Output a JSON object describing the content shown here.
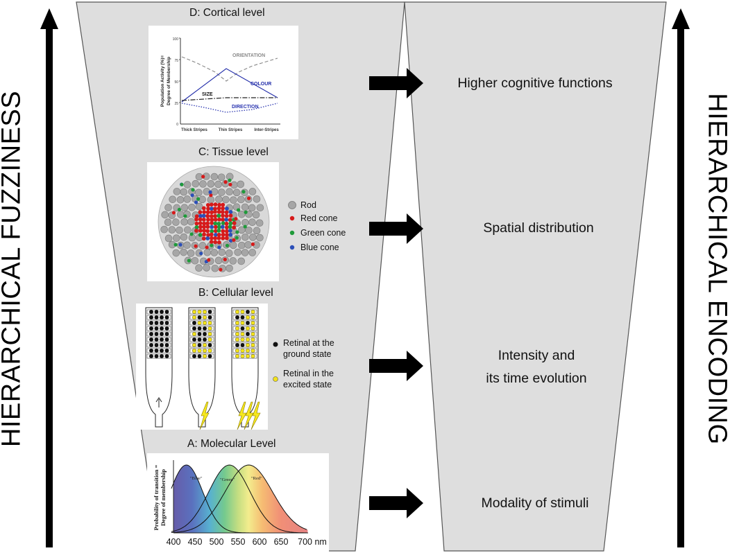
{
  "side_labels": {
    "left": "HIERARCHICAL FUZZINESS",
    "right": "HIERARCHICAL ENCODING"
  },
  "panels": {
    "cortical": {
      "title": "D: Cortical level",
      "ylabel_line1": "Population Activity (%)=",
      "ylabel_line2": "Degree of Membership",
      "yticks": [
        "100",
        "75",
        "50",
        "25",
        "0"
      ],
      "xticks": [
        "Thick Stripes",
        "Thin Stripes",
        "Inter-Stripes"
      ],
      "series_labels": {
        "orientation": "ORIENTATION",
        "colour": "COLOUR",
        "size": "SIZE",
        "direction": "DIRECTION"
      },
      "colors": {
        "orientation": "#8a8a8a",
        "colour": "#1f2aa8",
        "size": "#222222",
        "direction": "#2a35b0"
      }
    },
    "tissue": {
      "title": "C: Tissue level",
      "legend": [
        {
          "label": "Rod",
          "color": "#a6a6a6"
        },
        {
          "label": "Red cone",
          "color": "#d61a1a"
        },
        {
          "label": "Green cone",
          "color": "#1f9a3a"
        },
        {
          "label": "Blue cone",
          "color": "#2c4fb8"
        }
      ]
    },
    "cellular": {
      "title": "B: Cellular level",
      "legend": [
        {
          "label_line1": "Retinal at the",
          "label_line2": "ground state",
          "color": "#111111"
        },
        {
          "label_line1": "Retinal in the",
          "label_line2": "excited state",
          "color": "#f2e21c"
        }
      ]
    },
    "molecular": {
      "title": "A: Molecular Level",
      "ylabel_line1": "Probability of transition =",
      "ylabel_line2": "Degree of membership",
      "curve_labels": [
        "\"Blue\"",
        "\"Green\"",
        "\"Red\""
      ],
      "xticks": [
        "400",
        "450",
        "500",
        "550",
        "600",
        "650",
        "700 nm"
      ]
    }
  },
  "encodings": [
    {
      "line1": "Higher cognitive functions"
    },
    {
      "line1": "Spatial distribution"
    },
    {
      "line1": "Intensity and",
      "line2": "its time evolution"
    },
    {
      "line1": "Modality of stimuli"
    }
  ]
}
